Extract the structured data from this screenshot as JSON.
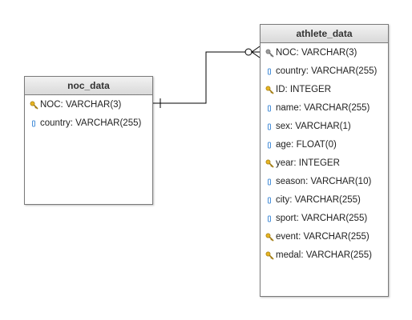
{
  "entities": {
    "noc_data": {
      "name": "noc_data",
      "fields": [
        {
          "text": "NOC: VARCHAR(3)",
          "icon": "key-icon"
        },
        {
          "text": "country: VARCHAR(255)",
          "icon": "field-icon"
        }
      ]
    },
    "athlete_data": {
      "name": "athlete_data",
      "fields": [
        {
          "text": "NOC: VARCHAR(3)",
          "icon": "foreign-key-icon"
        },
        {
          "text": "country: VARCHAR(255)",
          "icon": "field-icon"
        },
        {
          "text": "ID: INTEGER",
          "icon": "key-icon"
        },
        {
          "text": "name: VARCHAR(255)",
          "icon": "field-icon"
        },
        {
          "text": "sex: VARCHAR(1)",
          "icon": "field-icon"
        },
        {
          "text": "age: FLOAT(0)",
          "icon": "field-icon"
        },
        {
          "text": "year: INTEGER",
          "icon": "key-icon"
        },
        {
          "text": "season: VARCHAR(10)",
          "icon": "field-icon"
        },
        {
          "text": "city: VARCHAR(255)",
          "icon": "field-icon"
        },
        {
          "text": "sport: VARCHAR(255)",
          "icon": "field-icon"
        },
        {
          "text": "event: VARCHAR(255)",
          "icon": "key-icon"
        },
        {
          "text": "medal: VARCHAR(255)",
          "icon": "key-icon"
        }
      ]
    }
  },
  "relationship": {
    "from": "noc_data",
    "to": "athlete_data",
    "from_cardinality": "one",
    "to_cardinality": "zero-or-many"
  },
  "colors": {
    "primary_key": "#e6b422",
    "foreign_key": "#9a9a9a",
    "field": "#4a90d9",
    "border": "#7a7a7a"
  }
}
